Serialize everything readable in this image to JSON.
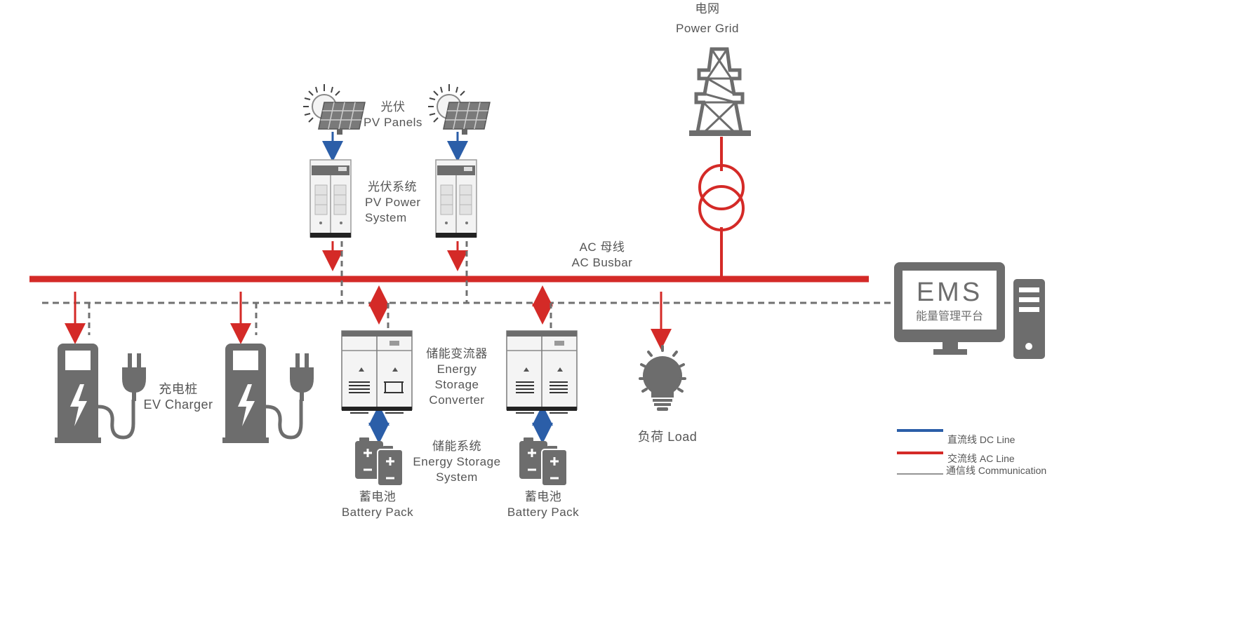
{
  "colors": {
    "ac_line": "#d42a27",
    "dc_line": "#2b5ea8",
    "comm_line": "#707070",
    "device_gray": "#6e6e6e",
    "device_light": "#e8e8e8"
  },
  "labels": {
    "grid": {
      "cn": "电网",
      "en": "Power Grid"
    },
    "pv_panels": {
      "cn": "光伏",
      "en": "PV Panels"
    },
    "pv_system": {
      "cn": "光伏系统",
      "en1": "PV Power",
      "en2": "System"
    },
    "ac_busbar": {
      "cn": "AC 母线",
      "en": "AC Busbar"
    },
    "ev_charger": {
      "cn": "充电桩",
      "en": "EV Charger"
    },
    "converter": {
      "cn": "储能变流器",
      "en1": "Energy",
      "en2": "Storage",
      "en3": "Converter"
    },
    "ess": {
      "cn": "储能系统",
      "en1": "Energy Storage",
      "en2": "System"
    },
    "battery_1": {
      "cn": "蓄电池",
      "en": "Battery Pack"
    },
    "battery_2": {
      "cn": "蓄电池",
      "en": "Battery Pack"
    },
    "load": {
      "text": "负荷 Load"
    },
    "ems": {
      "title": "EMS",
      "subtitle": "能量管理平台"
    }
  },
  "legend": {
    "dc": "直流线 DC Line",
    "ac": "交流线 AC Line",
    "comm": "通信线 Communication"
  },
  "icons": [
    "transmission-tower-icon",
    "transformer-icon",
    "solar-panel-icon",
    "inverter-cabinet-icon",
    "ev-charger-icon",
    "storage-converter-icon",
    "battery-pack-icon",
    "light-bulb-icon",
    "ems-monitor-icon",
    "computer-tower-icon"
  ]
}
